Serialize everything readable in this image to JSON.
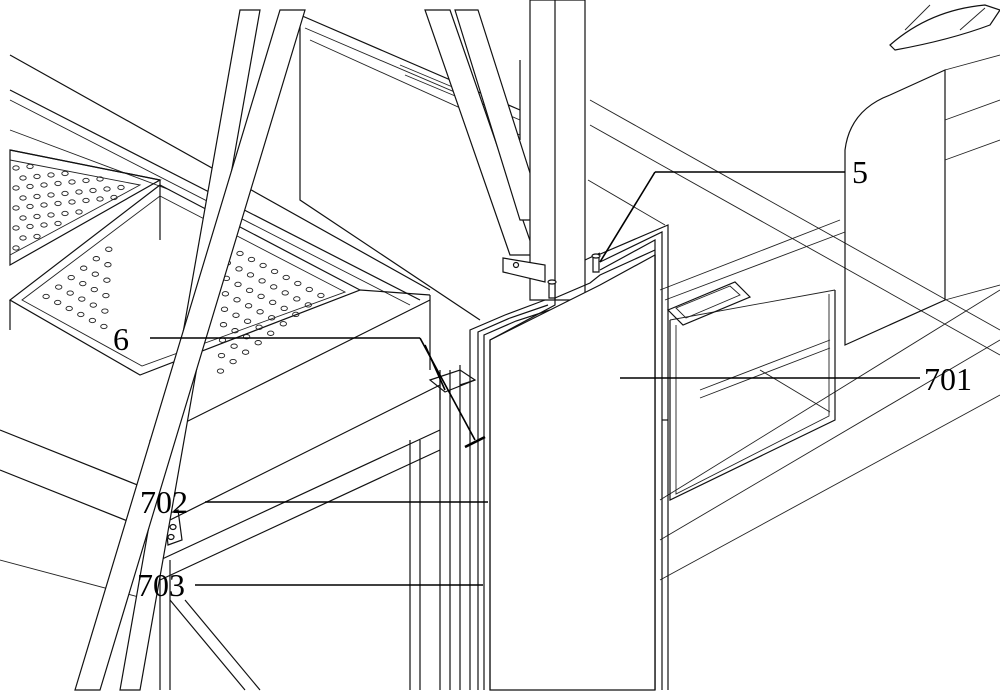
{
  "labels": {
    "ref_5": "5",
    "ref_6": "6",
    "ref_701": "701",
    "ref_702": "702",
    "ref_703": "703"
  }
}
